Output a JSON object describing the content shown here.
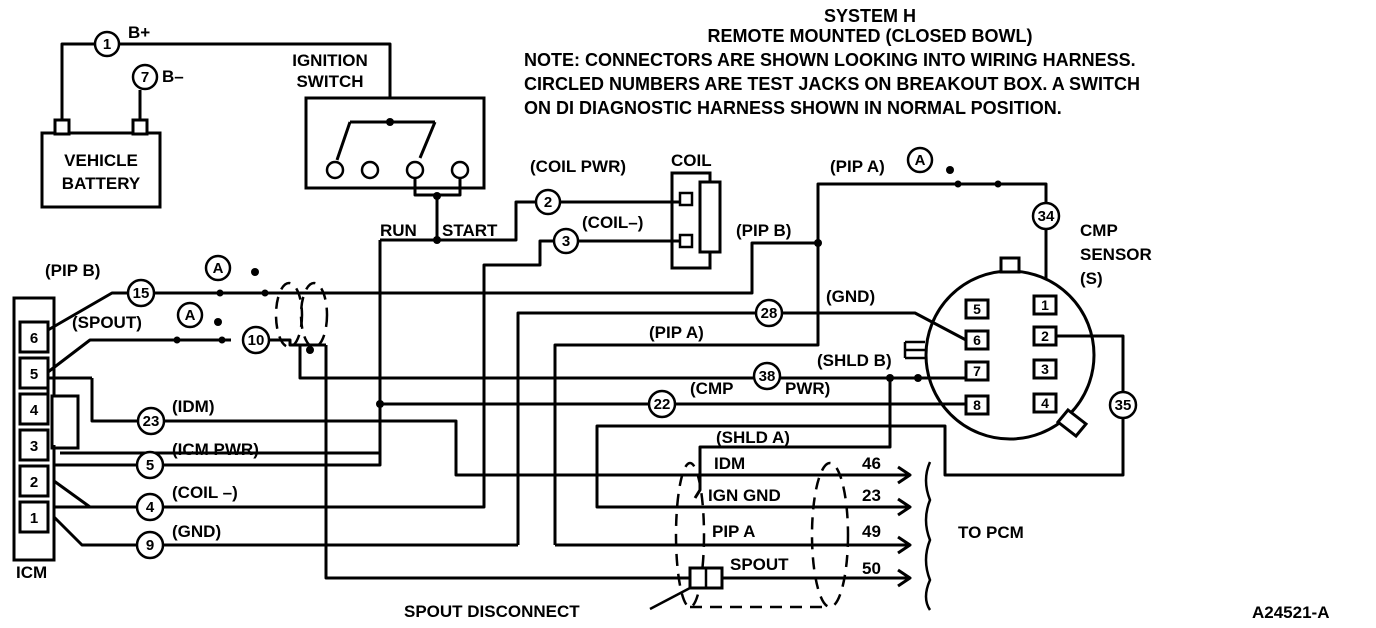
{
  "header": {
    "title": "SYSTEM H",
    "subtitle": "REMOTE MOUNTED (CLOSED BOWL)",
    "note": [
      "NOTE: CONNECTORS ARE SHOWN LOOKING INTO WIRING HARNESS.",
      "CIRCLED NUMBERS ARE TEST JACKS ON BREAKOUT BOX. A SWITCH",
      "ON DI DIAGNOSTIC HARNESS SHOWN IN NORMAL POSITION."
    ]
  },
  "components": {
    "battery": [
      "VEHICLE",
      "BATTERY"
    ],
    "b_plus": "B+",
    "b_minus": "B–",
    "ignition_switch": [
      "IGNITION",
      "SWITCH"
    ],
    "run": "RUN",
    "start": "START",
    "coil": "COIL",
    "cmp_sensor": [
      "CMP",
      "SENSOR",
      "(S)"
    ],
    "icm": "ICM",
    "to_pcm": "TO PCM",
    "spout_disconnect": "SPOUT DISCONNECT",
    "figure_id": "A24521-A"
  },
  "wire_labels": {
    "coil_pwr": "(COIL PWR)",
    "coil_neg": "(COIL–)",
    "pip_a_top": "(PIP A)",
    "pip_b_right": "(PIP B)",
    "pip_b_left": "(PIP B)",
    "spout": "(SPOUT)",
    "gnd_right": "(GND)",
    "pip_a_mid": "(PIP A)",
    "shld_b": "(SHLD B)",
    "cmp_pwr_a": "(CMP",
    "cmp_pwr_b": "PWR)",
    "idm": "(IDM)",
    "icm_pwr": "(ICM PWR)",
    "coil_neg_left": "(COIL –)",
    "gnd_left": "(GND)",
    "shld_a": "(SHLD A)",
    "switch_a": "A"
  },
  "jacks": {
    "j1": "1",
    "j7": "7",
    "j2": "2",
    "j3": "3",
    "j34": "34",
    "j15": "15",
    "j10": "10",
    "j28": "28",
    "j38": "38",
    "j22": "22",
    "j23": "23",
    "j5": "5",
    "j4": "4",
    "j9": "9",
    "j35": "35"
  },
  "pcm_lines": [
    {
      "label": "IDM",
      "pin": "46"
    },
    {
      "label": "IGN GND",
      "pin": "23"
    },
    {
      "label": "PIP A",
      "pin": "49"
    },
    {
      "label": "SPOUT",
      "pin": "50"
    }
  ],
  "icm_pins": [
    "6",
    "5",
    "4",
    "3",
    "2",
    "1"
  ],
  "cmp_pins_left": [
    "5",
    "6",
    "7",
    "8"
  ],
  "cmp_pins_right": [
    "1",
    "2",
    "3",
    "4"
  ]
}
